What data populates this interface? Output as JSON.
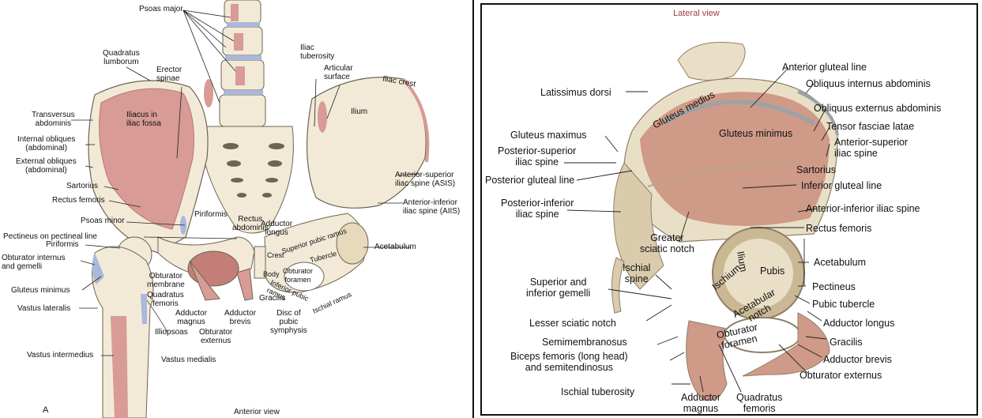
{
  "panel_a": {
    "letter": "A",
    "caption": "Anterior view",
    "labels": {
      "psoas_major": "Psoas major",
      "iliac_tuberosity": "Iliac\ntuberosity",
      "articular_surface": "Articular\nsurface",
      "iliac_crest": "Iliac crest",
      "quadratus_lumborum": "Quadratus\nlumborum",
      "erector_spinae": "Erector\nspinae",
      "ilium": "Ilium",
      "transversus": "Transversus\nabdominis",
      "internal_obliques": "Internal obliques\n(abdominal)",
      "external_obliques": "External obliques\n(abdominal)",
      "sartorius": "Sartorius",
      "iliacus": "Iliacus in\niliac fossa",
      "asis": "Anterior-superior\niliac spine (ASIS)",
      "aiis": "Anterior-inferior\niliac spine (AIIS)",
      "rectus_femoris": "Rectus femoris",
      "psoas_minor": "Psoas minor",
      "piriformis_inner": "Piriformis",
      "rectus_abdominis": "Rectus\nabdominis",
      "adductor_longus": "Adductor\nlongus",
      "superior_pubic_ramus": "Superior pubic ramus",
      "pectineus": "Pectineus on pectineal line",
      "piriformis": "Piriformis",
      "obturator_internus": "Obturator internus\nand gemelli",
      "crest": "Crest",
      "tubercle": "Tubercle",
      "acetabulum": "Acetabulum",
      "body": "Body",
      "obturator_foramen": "Obturator\nforamen",
      "inferior_pubic_ramus": "Inferior pubic\nramus",
      "ischial_ramus": "Ischial ramus",
      "gluteus_minimus": "Gluteus minimus",
      "obturator_membrane": "Obturator\nmembrane",
      "quadratus_femoris": "Quadratus\nfemoris",
      "gracilis": "Gracilis",
      "vastus_lateralis": "Vastus lateralis",
      "adductor_magnus": "Adductor\nmagnus",
      "adductor_brevis": "Adductor\nbrevis",
      "disc": "Disc of\npubic\nsymphysis",
      "illiopsoas": "Illiopsoas",
      "obturator_externus": "Obturator\nexternus",
      "vastus_medialis": "Vastus medialis",
      "vastus_intermedius": "Vastus intermedius"
    }
  },
  "panel_b": {
    "title": "Lateral view",
    "labels": {
      "anterior_gluteal_line": "Anterior gluteal line",
      "obliquus_internus": "Obliquus internus abdominis",
      "obliquus_externus": "Obliquus externus abdominis",
      "latissimus": "Latissimus dorsi",
      "gluteus_medius": "Gluteus medius",
      "gluteus_minimus": "Gluteus minimus",
      "tensor": "Tensor fasciae latae",
      "gluteus_maximus": "Gluteus maximus",
      "asis": "Anterior-superior\niliac spine",
      "psis": "Posterior-superior\niliac spine",
      "sartorius": "Sartorius",
      "posterior_gluteal_line": "Posterior gluteal line",
      "inferior_gluteal_line": "Inferior gluteal line",
      "piis": "Posterior-inferior\niliac spine",
      "aiis": "Anterior-inferior iliac spine",
      "rectus_femoris": "Rectus femoris",
      "greater_sciatic_notch": "Greater\nsciatic notch",
      "acetabulum": "Acetabulum",
      "ischial_spine": "Ischial\nspine",
      "ilium": "Ilium",
      "ischium": "Ischium",
      "pubis": "Pubis",
      "pectineus": "Pectineus",
      "gemelli": "Superior and\ninferior gemelli",
      "acetabular_notch": "Acetabular\nnotch",
      "pubic_tubercle": "Pubic tubercle",
      "lesser_sciatic_notch": "Lesser sciatic notch",
      "adductor_longus": "Adductor longus",
      "obturator_foramen": "Obturator\nforamen",
      "semimembranosus": "Semimembranosus",
      "gracilis": "Gracilis",
      "biceps": "Biceps femoris (long head)\nand semitendinosus",
      "adductor_brevis": "Adductor brevis",
      "obturator_externus": "Obturator externus",
      "ischial_tuberosity": "Ischial tuberosity",
      "adductor_magnus": "Adductor\nmagnus",
      "quadratus_femoris": "Quadratus\nfemoris"
    }
  },
  "colors": {
    "bone": "#f2ead7",
    "bone_edge": "#6d6454",
    "muscle": "#d89b95",
    "muscle_dark": "#c27e77",
    "blue": "#a9b8dc",
    "photo_bone": "#e9dfc6",
    "photo_muscle": "#cf9a88",
    "photo_shadow": "#8f8067"
  }
}
